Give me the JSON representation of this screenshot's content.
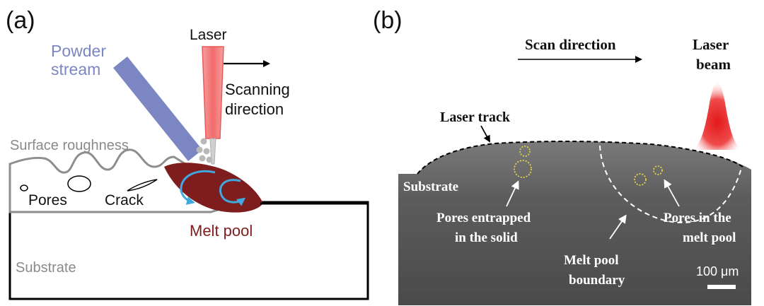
{
  "panel_a": {
    "panel_label": "(a)",
    "powder_stream_label_1": "Powder",
    "powder_stream_label_2": "stream",
    "laser_label": "Laser",
    "scanning_direction_label_1": "Scanning",
    "scanning_direction_label_2": "direction",
    "surface_roughness_label": "Surface roughness",
    "pores_label": "Pores",
    "crack_label": "Crack",
    "melt_pool_label": "Melt pool",
    "substrate_label": "Substrate",
    "colors": {
      "powder_stream": "#7b86c2",
      "laser": "#f27474",
      "melt_pool": "#7e1d1d",
      "flow_arrows": "#3fa9e0",
      "gray_text": "#8a8a8a"
    }
  },
  "panel_b": {
    "panel_label": "(b)",
    "scan_direction_label": "Scan direction",
    "laser_beam_label_1": "Laser",
    "laser_beam_label_2": "beam",
    "laser_track_label": "Laser track",
    "substrate_label": "Substrate",
    "pores_solid_label_1": "Pores entrapped",
    "pores_solid_label_2": "in the solid",
    "melt_pool_boundary_label_1": "Melt pool",
    "melt_pool_boundary_label_2": "boundary",
    "pores_melt_pool_label_1": "Pores in the",
    "pores_melt_pool_label_2": "melt pool",
    "scale_bar_label": "100 μm",
    "colors": {
      "micrograph": "#5a5a5a",
      "pore_circles": "#e6d34a",
      "beam": "#e3191b"
    }
  }
}
